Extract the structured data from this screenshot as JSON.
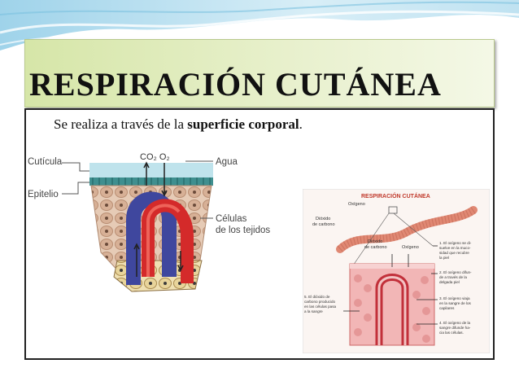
{
  "slide": {
    "title": "RESPIRACIÓN CUTÁNEA",
    "lead_prefix": "Se realiza a través de la ",
    "lead_bold": "superficie corporal",
    "lead_suffix": "."
  },
  "left_diagram": {
    "labels": {
      "cuticula": "Cutícula",
      "epitelio": "Epitelio",
      "gases": "CO₂ O₂",
      "agua": "Agua",
      "celulas_line1": "Células",
      "celulas_line2": "de los tejidos"
    }
  },
  "right_diagram": {
    "title": "RESPIRACIÓN CUTÁNEA",
    "labels": {
      "oxigeno_top": "Oxígeno",
      "dioxido_top_1": "Dióxido",
      "dioxido_top_2": "de carbono",
      "dioxido_mid_1": "Dióxido",
      "dioxido_mid_2": "de carbono",
      "oxigeno_mid": "Oxígeno",
      "note1": [
        "1. El oxígeno se di-",
        "suelve en la muco-",
        "sidad que recubre",
        "la piel"
      ],
      "note2": [
        "2. El oxígeno difun-",
        "de a través de la",
        "delgada piel"
      ],
      "note3": [
        "3. El oxígeno viaja",
        "en la sangre de los",
        "capilares"
      ],
      "note4": [
        "4. El oxígeno de la",
        "sangre difunde ha-",
        "cia las células."
      ],
      "note5": [
        "5. El dióxido de",
        "carbono producido",
        "en las células pasa",
        "a la sangre"
      ]
    }
  },
  "colors": {
    "title_box": "#e2eebf",
    "artery": "#d8282b",
    "vein": "#4a4ea6",
    "cell": "#d9b7a0",
    "cuticle": "#b8dfe8",
    "worm": "#e88a7a"
  }
}
